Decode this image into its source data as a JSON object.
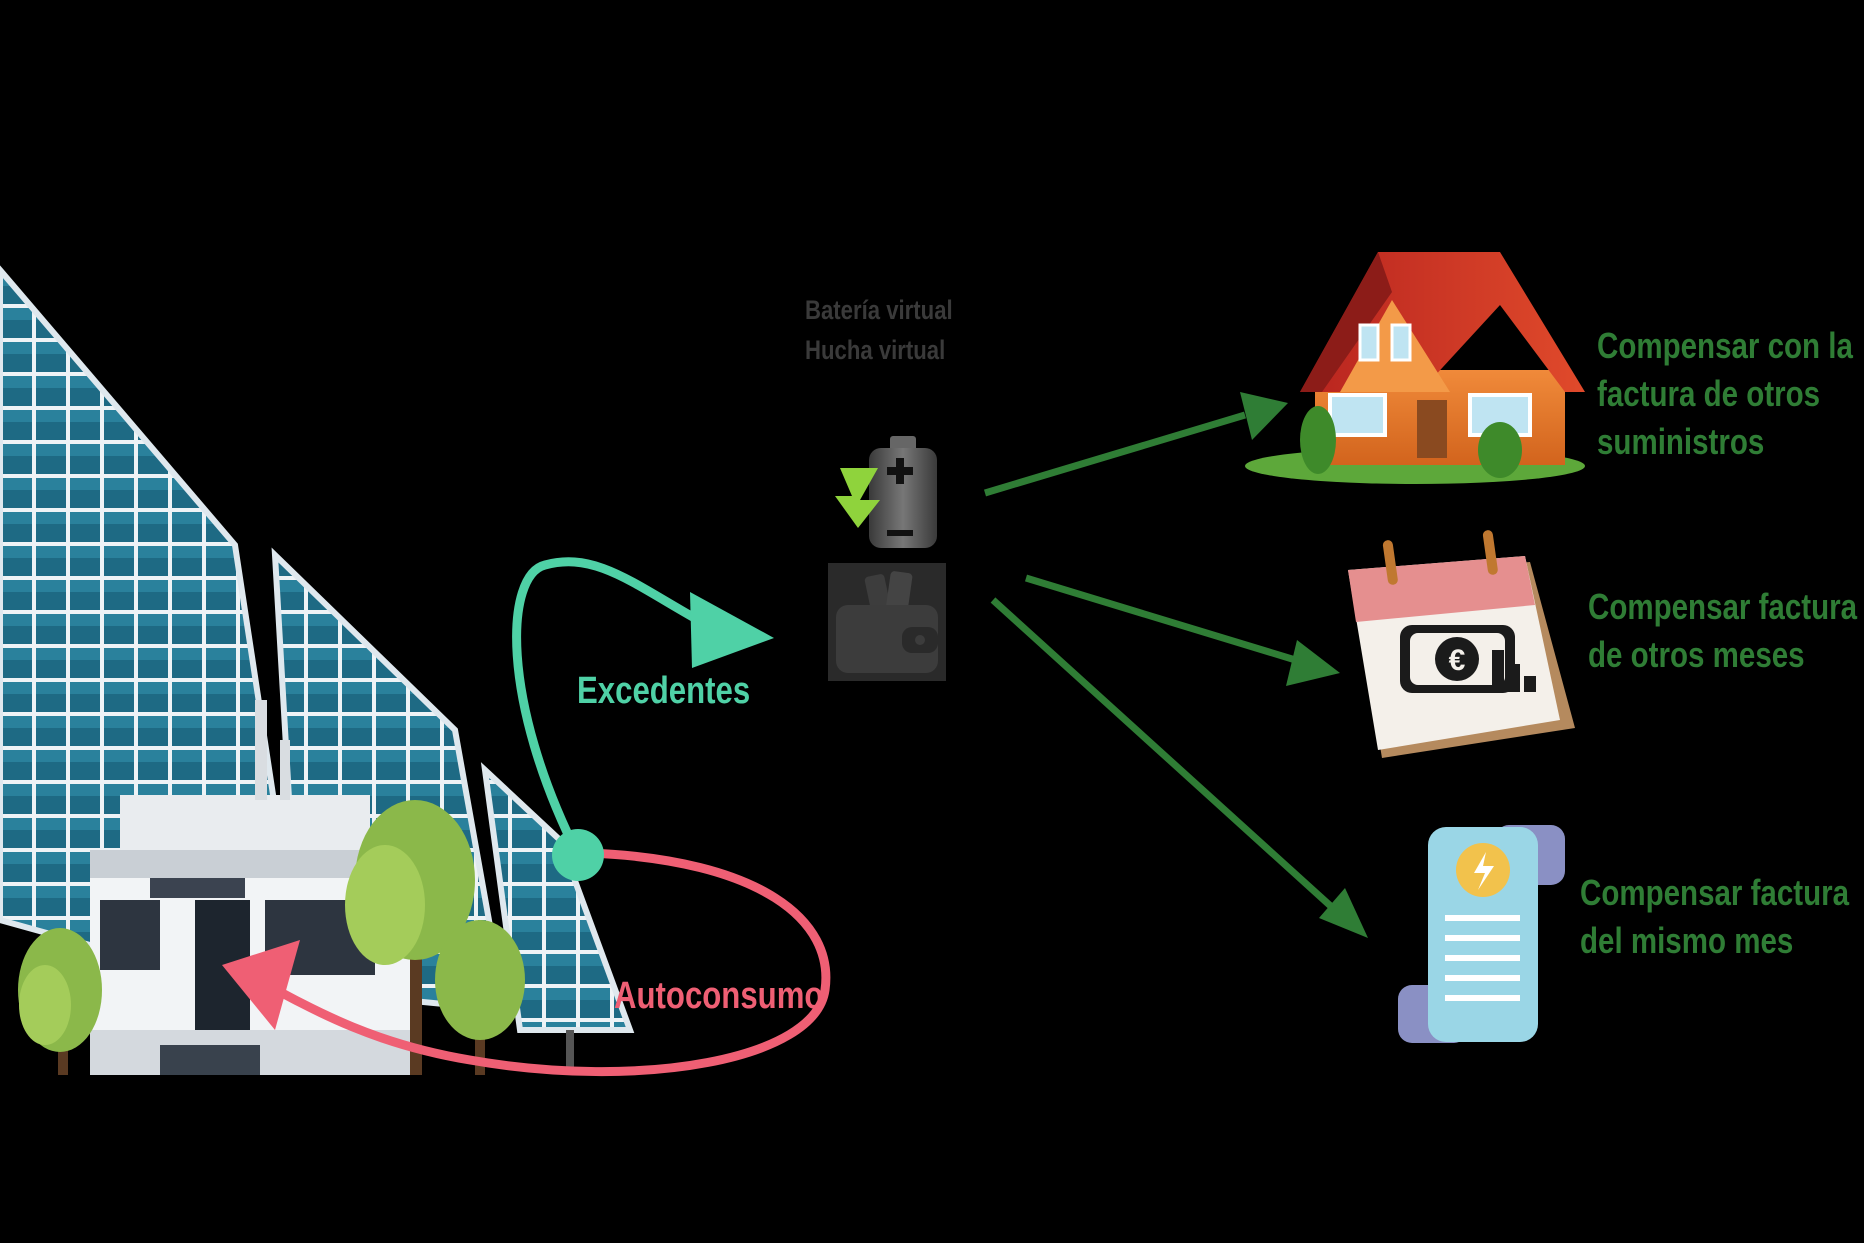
{
  "virtual": {
    "line1": "Batería virtual",
    "line2": "Hucha virtual"
  },
  "flows": {
    "excedentes": "Excedentes",
    "autoconsumo": "Autoconsumo"
  },
  "options": [
    {
      "lines": [
        "Compensar con la",
        "factura de otros",
        "suministros"
      ]
    },
    {
      "lines": [
        "Compensar factura",
        "de otros meses"
      ]
    },
    {
      "lines": [
        "Compensar factura",
        "del mismo mes"
      ]
    }
  ],
  "colors": {
    "background": "#000000",
    "excedentes": "#4fd1a6",
    "autoconsumo": "#ef5f74",
    "compensation": "#2f7d35",
    "panel": "#1f6f86"
  },
  "icons": [
    "solar-plant-illustration",
    "battery-icon",
    "wallet-icon",
    "house-icon",
    "calendar-euro-icon",
    "invoice-icon"
  ]
}
